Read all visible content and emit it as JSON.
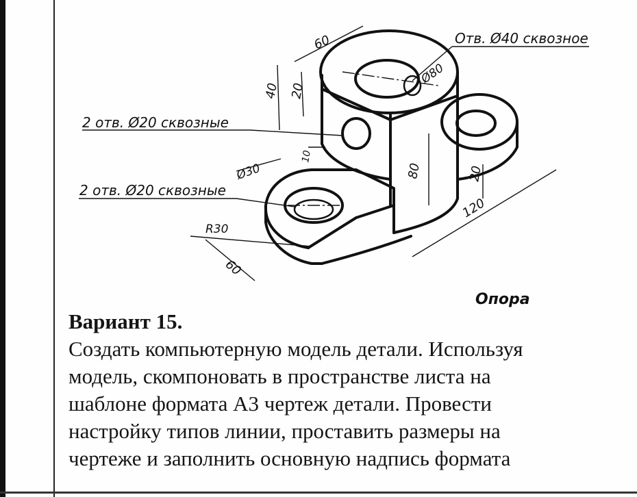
{
  "drawing": {
    "title": "Опора",
    "callout_hole_top": "Отв. Ø40 сквозное",
    "callout_holes_upper": "2 отв. Ø20  сквозные",
    "callout_holes_lower": "2 отв. Ø20  сквозные",
    "dimensions": {
      "d60_top": "60",
      "d40": "40",
      "d20_left": "20",
      "d80_diam": "Ø80",
      "d10": "10",
      "d30_diam": "Ø30",
      "d80": "80",
      "d20_right": "20",
      "d120": "120",
      "r30": "R30",
      "d60_bottom": "60"
    }
  },
  "text": {
    "variant_title": "Вариант 15.",
    "lines": [
      "Создать компьютерную модель детали. Используя",
      "модель, скомпоновать в пространстве листа на",
      "шаблоне формата А3 чертеж детали. Провести",
      "настройку типов линии, проставить размеры на",
      "чертеже и заполнить основную надпись формата"
    ]
  }
}
